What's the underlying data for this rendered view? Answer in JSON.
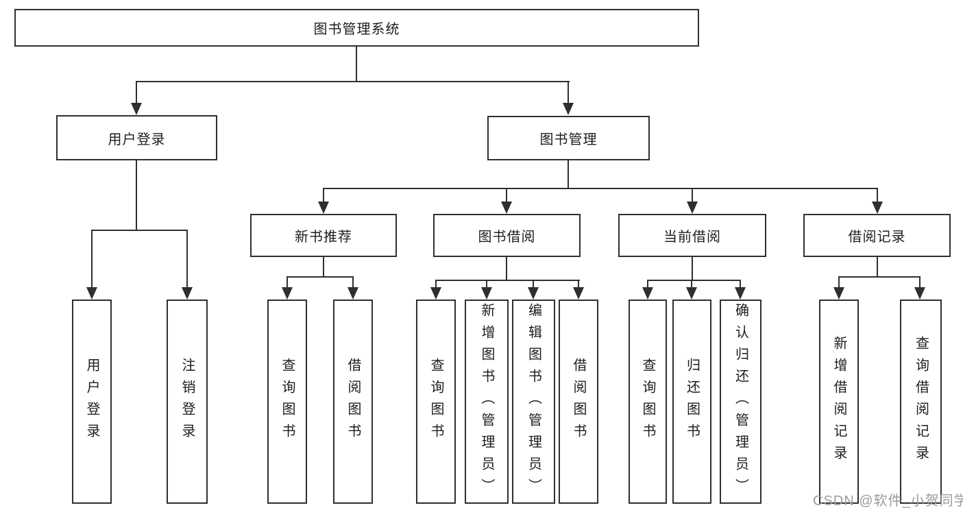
{
  "tree": {
    "label": "图书管理系统",
    "children": [
      {
        "label": "用户登录",
        "children": [
          {
            "label": "用户登录"
          },
          {
            "label": "注销登录"
          }
        ]
      },
      {
        "label": "图书管理",
        "children": [
          {
            "label": "新书推荐",
            "children": [
              {
                "label": "查询图书"
              },
              {
                "label": "借阅图书"
              }
            ]
          },
          {
            "label": "图书借阅",
            "children": [
              {
                "label": "查询图书"
              },
              {
                "label": "新增图书（管理员）"
              },
              {
                "label": "编辑图书（管理员）"
              },
              {
                "label": "借阅图书"
              }
            ]
          },
          {
            "label": "当前借阅",
            "children": [
              {
                "label": "查询图书"
              },
              {
                "label": "归还图书"
              },
              {
                "label": "确认归还（管理员）"
              }
            ]
          },
          {
            "label": "借阅记录",
            "children": [
              {
                "label": "新增借阅记录"
              },
              {
                "label": "查询借阅记录"
              }
            ]
          }
        ]
      }
    ]
  },
  "watermark": "CSDN @软件_小贺同学",
  "colors": {
    "line": "#2f2f2f",
    "text": "#1d1d1d",
    "box_background": "#ffffff",
    "watermark": "#9b9b9b",
    "background": "#ffffff"
  }
}
